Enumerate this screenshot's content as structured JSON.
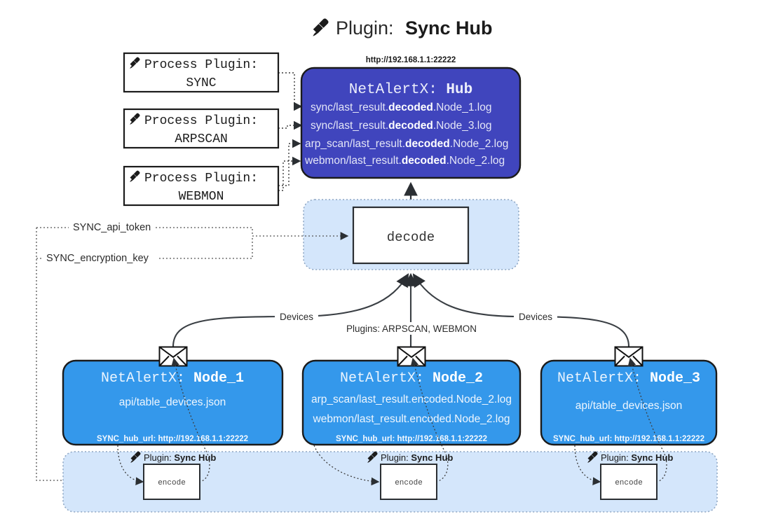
{
  "page": {
    "title_icon": "plug-icon",
    "title_prefix": "Plugin: ",
    "title_name": "Sync Hub",
    "bg_color": "#ffffff"
  },
  "colors": {
    "hub_fill": "#4045bd",
    "node_fill": "#3498eb",
    "container_fill": "#d4e6fb",
    "stroke_dark": "#2b2f33",
    "text_light": "#e9eaf6",
    "text_dark": "#222222"
  },
  "process_plugins": [
    {
      "icon": "plug-icon",
      "label": "Process Plugin:",
      "name": "SYNC"
    },
    {
      "icon": "plug-icon",
      "label": "Process Plugin:",
      "name": "ARPSCAN"
    },
    {
      "icon": "plug-icon",
      "label": "Process Plugin:",
      "name": "WEBMON"
    }
  ],
  "hub": {
    "url": "http://192.168.1.1:22222",
    "title_prefix": "NetAlertX: ",
    "title_name": "Hub",
    "logs": [
      {
        "pre": "sync/last_result.",
        "bold": "decoded",
        "post": ".Node_1.log"
      },
      {
        "pre": "sync/last_result.",
        "bold": "decoded",
        "post": ".Node_3.log"
      },
      {
        "pre": "arp_scan/last_result.",
        "bold": "decoded",
        "post": ".Node_2.log"
      },
      {
        "pre": "webmon/last_result.",
        "bold": "decoded",
        "post": ".Node_2.log"
      }
    ]
  },
  "decode": {
    "label": "decode"
  },
  "secrets": [
    {
      "label": "SYNC_api_token"
    },
    {
      "label": "SYNC_encryption_key"
    }
  ],
  "edge_labels": {
    "devices_left": "Devices",
    "devices_right": "Devices",
    "plugins_center": "Plugins: ARPSCAN, WEBMON"
  },
  "nodes": [
    {
      "icon": "envelope-icon",
      "title_prefix": "NetAlertX: ",
      "title_name": "Node_1",
      "lines": [
        "api/table_devices.json"
      ],
      "hub_url_label": "SYNC_hub_url: http://192.168.1.1:22222"
    },
    {
      "icon": "envelope-icon",
      "title_prefix": "NetAlertX: ",
      "title_name": "Node_2",
      "lines": [
        "arp_scan/last_result.encoded.Node_2.log",
        "webmon/last_result.encoded.Node_2.log"
      ],
      "hub_url_label": "SYNC_hub_url: http://192.168.1.1:22222"
    },
    {
      "icon": "envelope-icon",
      "title_prefix": "NetAlertX: ",
      "title_name": "Node_3",
      "lines": [
        "api/table_devices.json"
      ],
      "hub_url_label": "SYNC_hub_url: http://192.168.1.1:22222"
    }
  ],
  "encoders": [
    {
      "icon": "plug-icon",
      "label_prefix": "Plugin: ",
      "label_name": "Sync Hub",
      "box": "encode"
    },
    {
      "icon": "plug-icon",
      "label_prefix": "Plugin: ",
      "label_name": "Sync Hub",
      "box": "encode"
    },
    {
      "icon": "plug-icon",
      "label_prefix": "Plugin: ",
      "label_name": "Sync Hub",
      "box": "encode"
    }
  ]
}
